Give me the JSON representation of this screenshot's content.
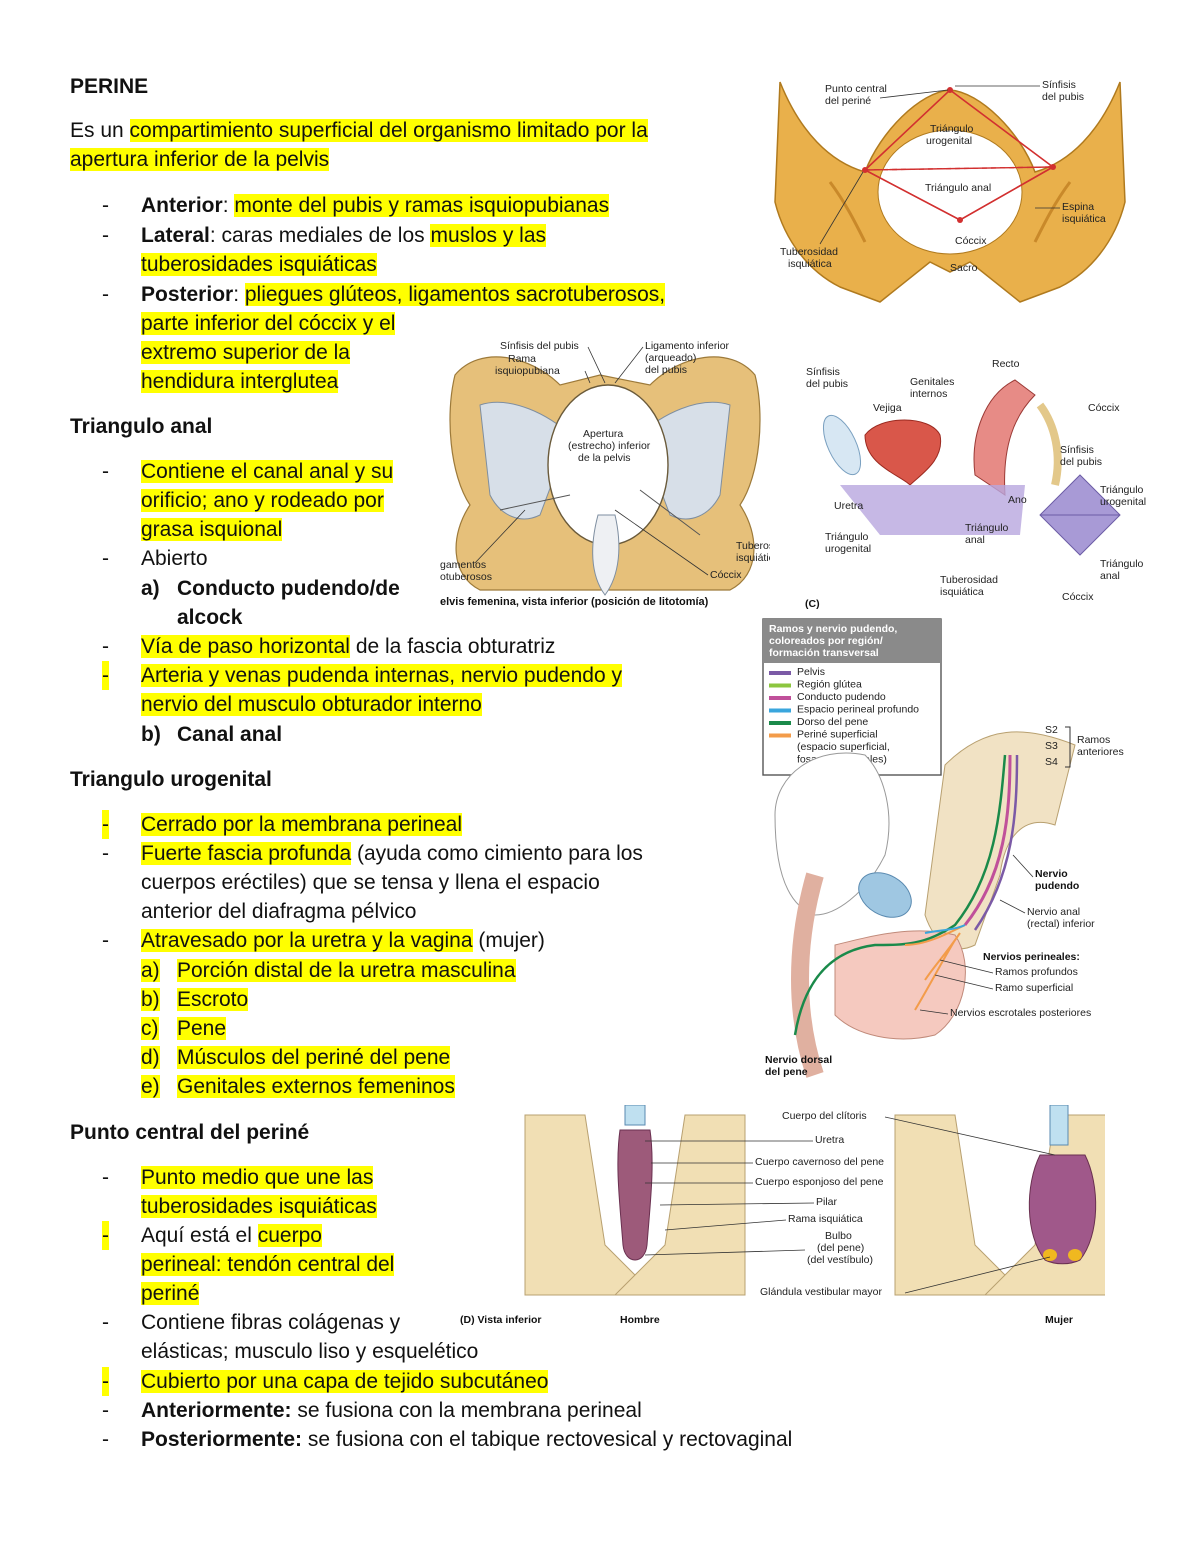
{
  "title": "PERINE",
  "intro": {
    "pre": "Es un ",
    "hl1": "compartimiento superficial del organismo limitado por la",
    "hl2": "apertura inferior de la pelvis"
  },
  "limits": {
    "anterior": {
      "bold": "Anterior",
      "colon": ": ",
      "hl": "monte del pubis y ramas isquiopubianas"
    },
    "lateral": {
      "bold": "Lateral",
      "plain": ": caras mediales de los ",
      "hl1": "muslos y las",
      "hl2": "tuberosidades isquiáticas"
    },
    "posterior": {
      "bold": "Posterior",
      "colon": ": ",
      "hl1": "pliegues glúteos, ligamentos sacrotuberosos,",
      "hl2": "parte inferior del cóccix y el",
      "hl3": "extremo superior de la",
      "hl4": "hendidura interglutea"
    }
  },
  "anal": {
    "heading": "Triangulo anal",
    "contains1": "Contiene el canal anal y su",
    "contains2": "orificio; ano y rodeado por",
    "contains3": "grasa isquional",
    "open": "Abierto",
    "a_label": "a)",
    "a_text1": "Conducto pudendo/de",
    "a_text2": "alcock",
    "via_hl": "Vía de paso horizontal",
    "via_plain": " de la fascia obturatriz",
    "arteria1": "Arteria y venas pudenda internas, nervio pudendo y",
    "arteria2": "nervio del musculo obturador interno",
    "b_label": "b)",
    "b_text": "Canal anal"
  },
  "uro": {
    "heading": "Triangulo urogenital",
    "cerrado": "Cerrado por la membrana perineal",
    "fuerte_hl": "Fuerte fascia profunda",
    "fuerte_plain": " (ayuda como cimiento para los",
    "fuerte2": "cuerpos eréctiles) que se tensa y llena el espacio",
    "fuerte3": "anterior del diafragma pélvico",
    "atrav_hl": "Atravesado por la uretra y la vagina",
    "atrav_plain": " (mujer)",
    "items": [
      {
        "label": "a)",
        "text": "Porción distal de la uretra masculina"
      },
      {
        "label": "b)",
        "text": "Escroto"
      },
      {
        "label": "c)",
        "text": "Pene"
      },
      {
        "label": "d)",
        "text": "Músculos del periné del pene"
      },
      {
        "label": "e)",
        "text": "Genitales externos femeninos"
      }
    ]
  },
  "central": {
    "heading": "Punto central del periné",
    "punto1": "Punto medio que une las",
    "punto2": "tuberosidades isquiáticas",
    "aqui_plain": "Aquí está el ",
    "aqui_hl": "cuerpo",
    "aqui2": "perineal: tendón central del",
    "aqui3": "periné",
    "fibras1": "Contiene fibras colágenas y",
    "fibras2": "elásticas; musculo liso y esquelético",
    "cubierto": "Cubierto por una capa de tejido subcutáneo",
    "ant_bold": "Anteriormente:",
    "ant_plain": " se fusiona con la membrana perineal",
    "post_bold": "Posteriormente:",
    "post_plain": " se fusiona con el tabique rectovesical y rectovaginal"
  },
  "dash": "-",
  "fig1": {
    "punto_central": [
      "Punto central",
      "del periné"
    ],
    "sinfisis": [
      "Sínfisis",
      "del pubis"
    ],
    "triangulo_uro": [
      "Triángulo",
      "urogenital"
    ],
    "triangulo_anal": "Triángulo anal",
    "espina": [
      "Espina",
      "isquiática"
    ],
    "tuberosidad": [
      "Tuberosidad",
      "isquiática"
    ],
    "coccix": "Cóccix",
    "sacro": "Sacro"
  },
  "fig2": {
    "sinfisis": "Sínfisis del pubis",
    "rama": [
      "Rama",
      "isquiopubiana"
    ],
    "ligamento": [
      "Ligamento inferior",
      "(arqueado)",
      "del pubis"
    ],
    "apertura": [
      "Apertura",
      "(estrecho) inferior",
      "de la pelvis"
    ],
    "tuberosidad": [
      "Tuberosidad",
      "isquiática"
    ],
    "coccix": "Cóccix",
    "ligamentos": [
      "gamentos",
      "otuberosos"
    ],
    "caption": "elvis femenina, vista inferior (posición de litotomía)"
  },
  "fig3": {
    "sinfisis": [
      "Sínfisis",
      "del pubis"
    ],
    "genitales": [
      "Genitales",
      "internos"
    ],
    "recto": "Recto",
    "vejiga": "Vejiga",
    "coccix_top": "Cóccix",
    "sinfisis_right": [
      "Sínfisis",
      "del pubis"
    ],
    "uretra": "Uretra",
    "ano": "Ano",
    "tri_uro_right": [
      "Triángulo",
      "urogenital"
    ],
    "tri_uro": [
      "Triángulo",
      "urogenital"
    ],
    "tri_anal": [
      "Triángulo",
      "anal"
    ],
    "tri_anal_right": [
      "Triángulo",
      "anal"
    ],
    "tuberosidad": [
      "Tuberosidad",
      "isquiática"
    ],
    "coccix_bottom": "Cóccix",
    "letter": "(C)"
  },
  "fig4": {
    "legend_title": [
      "Ramos y nervio pudendo,",
      "coloreados por región/",
      "formación transversal"
    ],
    "legend": [
      {
        "text": "Pelvis",
        "color": "#7b5aa6"
      },
      {
        "text": "Región glútea",
        "color": "#8cc63f"
      },
      {
        "text": "Conducto pudendo",
        "color": "#c0509a"
      },
      {
        "text": "Espacio perineal profundo",
        "color": "#3aa6dd"
      },
      {
        "text": "Dorso del pene",
        "color": "#1a8a4a"
      },
      {
        "text": "Periné superficial",
        "color": "#f39c4a"
      },
      {
        "text": "(espacio superficial,",
        "color": ""
      },
      {
        "text": "fosas isquioanales)",
        "color": ""
      }
    ],
    "s2": "S2",
    "s3": "S3",
    "s4": "S4",
    "ramos": [
      "Ramos",
      "anteriores"
    ],
    "nervio_pudendo": [
      "Nervio",
      "pudendo"
    ],
    "nervio_anal": [
      "Nervio anal",
      "(rectal) inferior"
    ],
    "nervios_perineales": "Nervios perineales:",
    "ramos_profundos": "Ramos profundos",
    "ramo_superficial": "Ramo superficial",
    "escrotales": "Nervios escrotales posteriores",
    "dorsal": [
      "Nervio dorsal",
      "del pene"
    ]
  },
  "fig5": {
    "cuerpo_clitoris": "Cuerpo del clítoris",
    "uretra": "Uretra",
    "cavernoso": "Cuerpo cavernoso del pene",
    "esponjoso": "Cuerpo esponjoso del pene",
    "pilar": "Pilar",
    "rama": "Rama isquiática",
    "bulbo": [
      "Bulbo",
      "(del pene)",
      "(del vestíbulo)"
    ],
    "glandula": "Glándula vestibular mayor",
    "vista": "(D) Vista inferior",
    "hombre": "Hombre",
    "mujer": "Mujer"
  }
}
